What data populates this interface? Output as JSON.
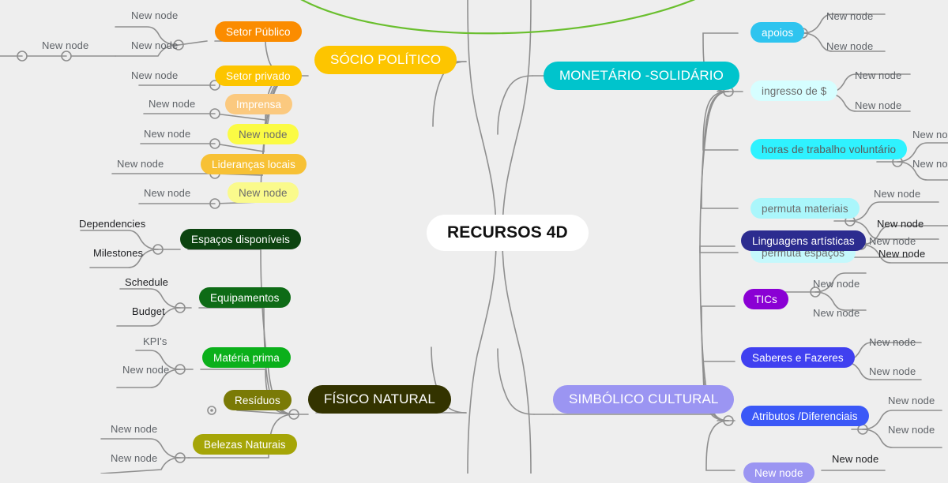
{
  "app": {
    "canvas_background": "#eeeeee",
    "connector_color": "#8a8a8a",
    "relation_line_color": "#6abf2e"
  },
  "root": {
    "label": "RECURSOS 4D",
    "color": "#ffffff",
    "text_color": "#111111"
  },
  "branches": [
    {
      "id": "socio-politico",
      "label": "SÓCIO POLÍTICO",
      "color": "#fdc500",
      "text_color": "#ffffff",
      "side": "left",
      "children": [
        {
          "label": "Setor Público",
          "color": "#fb8c00",
          "text_color": "#ffffff"
        },
        {
          "label": "Setor privado",
          "color": "#fdc500",
          "text_color": "#ffffff"
        },
        {
          "label": "Imprensa",
          "color": "#fbc97f",
          "text_color": "#ffffff"
        },
        {
          "label": "New node",
          "color": "#fbfb44",
          "text_color": "#6b6b6b"
        },
        {
          "label": "Lideranças locais",
          "color": "#f7c135",
          "text_color": "#ffffff"
        },
        {
          "label": "New node",
          "color": "#fafa8c",
          "text_color": "#6b6b6b"
        }
      ]
    },
    {
      "id": "fisico-natural",
      "label": "FÍSICO NATURAL",
      "color": "#333300",
      "text_color": "#ffffff",
      "side": "left",
      "children": [
        {
          "label": "Espaços disponíveis",
          "color": "#0c4410",
          "text_color": "#ffffff"
        },
        {
          "label": "Equipamentos",
          "color": "#0e6b16",
          "text_color": "#ffffff"
        },
        {
          "label": "Matéria prima",
          "color": "#0bb01b",
          "text_color": "#ffffff"
        },
        {
          "label": "Resíduos",
          "color": "#7a7a06",
          "text_color": "#ffffff"
        },
        {
          "label": "Belezas Naturais",
          "color": "#a5a507",
          "text_color": "#ffffff"
        }
      ]
    },
    {
      "id": "monetario-solidario",
      "label": "MONETÁRIO -SOLIDÁRIO",
      "color": "#00c4cc",
      "text_color": "#ffffff",
      "side": "right",
      "children": [
        {
          "label": "apoios",
          "color": "#2ec4ef",
          "text_color": "#ffffff"
        },
        {
          "label": "ingresso de $",
          "color": "#d6feff",
          "text_color": "#6b6b6b"
        },
        {
          "label": "horas de trabalho voluntário",
          "color": "#2ff2ff",
          "text_color": "#5a5a5a"
        },
        {
          "label": "permuta materiais",
          "color": "#aaf6fb",
          "text_color": "#6b6b6b"
        },
        {
          "label": "permuta espaços",
          "color": "#c5f8fc",
          "text_color": "#6b6b6b"
        }
      ]
    },
    {
      "id": "simbolico-cultural",
      "label": "SIMBÓLICO CULTURAL",
      "color": "#9b95f2",
      "text_color": "#ffffff",
      "side": "right",
      "children": [
        {
          "label": "Linguagens artísticas",
          "color": "#2c2c8f",
          "text_color": "#ffffff"
        },
        {
          "label": "TICs",
          "color": "#8a00d4",
          "text_color": "#ffffff"
        },
        {
          "label": "Saberes e Fazeres",
          "color": "#4040f0",
          "text_color": "#ffffff"
        },
        {
          "label": "Atributos /Diferenciais",
          "color": "#3b58f7",
          "text_color": "#ffffff"
        },
        {
          "label": "New node",
          "color": "#9b95f2",
          "text_color": "#ffffff"
        }
      ]
    }
  ],
  "sub_labels": {
    "new_node": "New node",
    "dependencies": "Dependencies",
    "milestones": "Milestones",
    "schedule": "Schedule",
    "budget": "Budget",
    "kpis": "KPI's"
  },
  "left_sub_nodes": [
    {
      "id": "sp-c1-a",
      "text": "New node"
    },
    {
      "id": "sp-c1-b",
      "text": "New node"
    },
    {
      "id": "sp-c2",
      "text": "New node"
    },
    {
      "id": "sp-c3",
      "text": "New node"
    },
    {
      "id": "sp-c4",
      "text": "New node"
    },
    {
      "id": "sp-c5",
      "text": "New node"
    },
    {
      "id": "sp-c6",
      "text": "New node"
    },
    {
      "id": "sp-far-1",
      "text": "New node"
    },
    {
      "id": "fn-c1-a",
      "text": "Dependencies"
    },
    {
      "id": "fn-c1-b",
      "text": "Milestones"
    },
    {
      "id": "fn-c2-a",
      "text": "Schedule"
    },
    {
      "id": "fn-c2-b",
      "text": "Budget"
    },
    {
      "id": "fn-c3-a",
      "text": "KPI's"
    },
    {
      "id": "fn-c3-b",
      "text": "New node"
    },
    {
      "id": "fn-c5-a",
      "text": "New node"
    },
    {
      "id": "fn-c5-b",
      "text": "New node"
    }
  ],
  "right_sub_nodes": [
    {
      "id": "ms-top",
      "text": "New node"
    },
    {
      "id": "ms-c1-a",
      "text": "New node"
    },
    {
      "id": "ms-c1-b",
      "text": "New node"
    },
    {
      "id": "ms-c2-a",
      "text": "New node"
    },
    {
      "id": "ms-c2-b",
      "text": "New node"
    },
    {
      "id": "ms-c3-a",
      "text": "New no"
    },
    {
      "id": "ms-c3-b",
      "text": "New no"
    },
    {
      "id": "ms-c4-a",
      "text": "New node"
    },
    {
      "id": "ms-c4-b",
      "text": "New node"
    },
    {
      "id": "ms-c4-c",
      "text": "New node"
    },
    {
      "id": "sc-c1-a",
      "text": "New node"
    },
    {
      "id": "sc-c1-b",
      "text": "New node"
    },
    {
      "id": "sc-c2-a",
      "text": "New node"
    },
    {
      "id": "sc-c2-b",
      "text": "New node"
    },
    {
      "id": "sc-c3-a",
      "text": "New node"
    },
    {
      "id": "sc-c3-b",
      "text": "New node"
    },
    {
      "id": "sc-c4-a",
      "text": "New node"
    },
    {
      "id": "sc-c4-b",
      "text": "New node"
    },
    {
      "id": "sc-c5-a",
      "text": "New node"
    }
  ]
}
